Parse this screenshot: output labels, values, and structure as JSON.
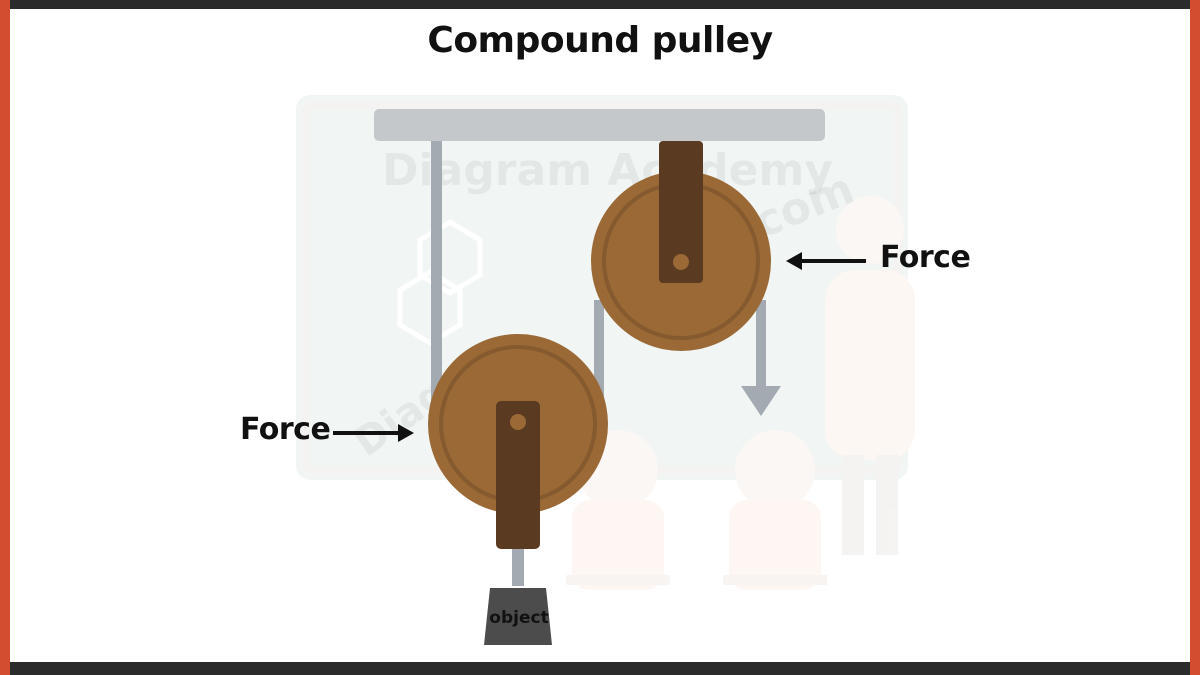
{
  "title": "Compound pulley",
  "labels": {
    "force_right": "Force",
    "force_left": "Force",
    "object": "object"
  },
  "watermark": {
    "brand": "Diagram Academy",
    "domain": ".com",
    "brand_vertical": "Diagram"
  },
  "colors": {
    "frame_side": "#d34e30",
    "frame_topbottom": "#2b2b2b",
    "beam": "#c4c8cb",
    "rope": "#a3aab2",
    "pulley_wheel": "#9a6936",
    "pulley_inner": "#845a2e",
    "pulley_bracket": "#5a3b21",
    "weight": "#4c4c4c",
    "arrow": "#111111"
  }
}
